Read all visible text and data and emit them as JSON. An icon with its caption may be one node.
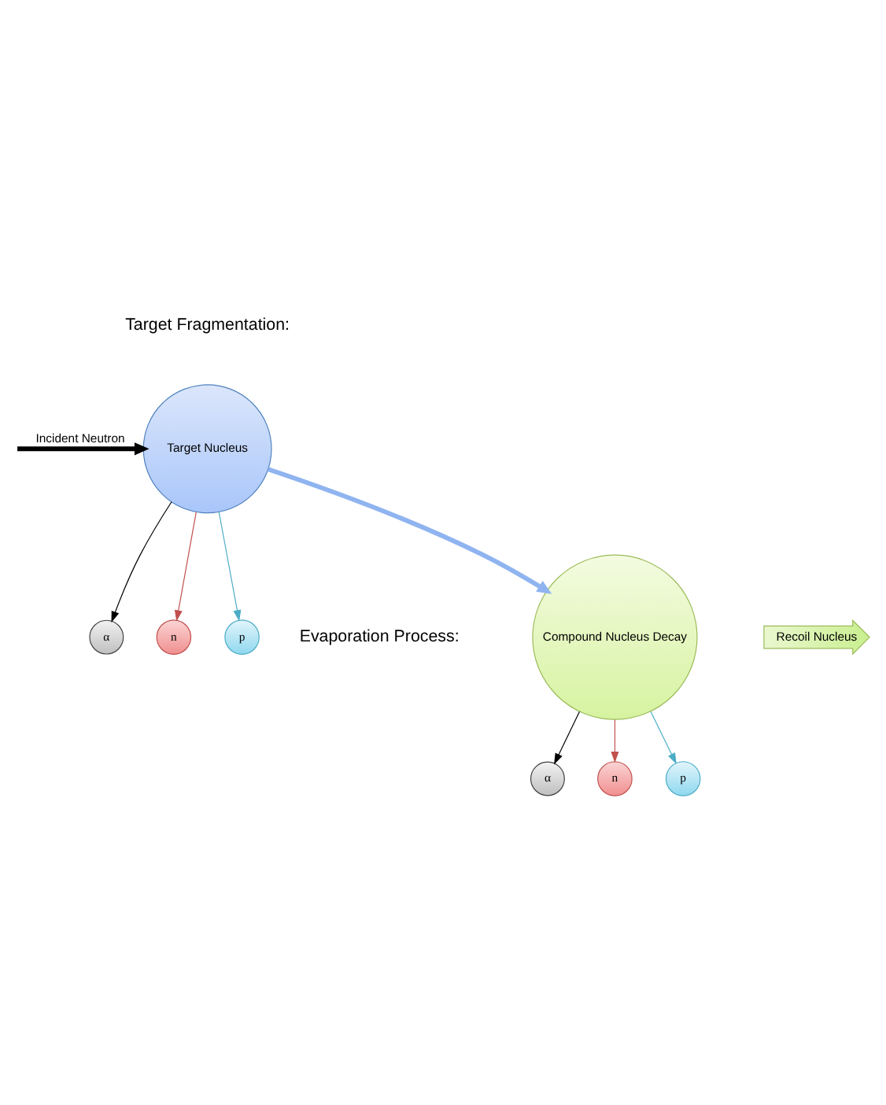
{
  "diagram": {
    "nodes": [
      {
        "text": [
          "Target Nucleus"
        ]
      },
      {
        "text": [
          "α"
        ]
      },
      {
        "text": [
          "n"
        ]
      },
      {
        "text": [
          "p"
        ]
      },
      {
        "text": [
          "Compound Nucleus Decay"
        ]
      },
      {
        "text": [
          "α"
        ]
      },
      {
        "text": [
          "n"
        ]
      },
      {
        "text": [
          "p"
        ]
      },
      {
        "text": [
          "Recoil Nucleus"
        ]
      }
    ],
    "edges": [
      {
        "from": null,
        "to": 0,
        "arrow": "to",
        "label": "Incident Neutron",
        "style": "thick"
      },
      {
        "from": 0,
        "to": 1,
        "arrow": "to"
      },
      {
        "from": 0,
        "to": 2,
        "arrow": "to",
        "color": "#c0504d"
      },
      {
        "from": 0,
        "to": 3,
        "arrow": "to",
        "color": "#4bacc6"
      },
      {
        "from": 0,
        "to": 4,
        "arrow": "to",
        "style": "thick",
        "color": "#8fb4f0"
      },
      {
        "from": 4,
        "to": 5,
        "arrow": "to"
      },
      {
        "from": 4,
        "to": 6,
        "arrow": "to",
        "color": "#c0504d"
      },
      {
        "from": 4,
        "to": 7,
        "arrow": "to",
        "color": "#4bacc6"
      }
    ],
    "labels": [
      "Target Fragmentation:",
      "Evaporation Process:"
    ]
  }
}
